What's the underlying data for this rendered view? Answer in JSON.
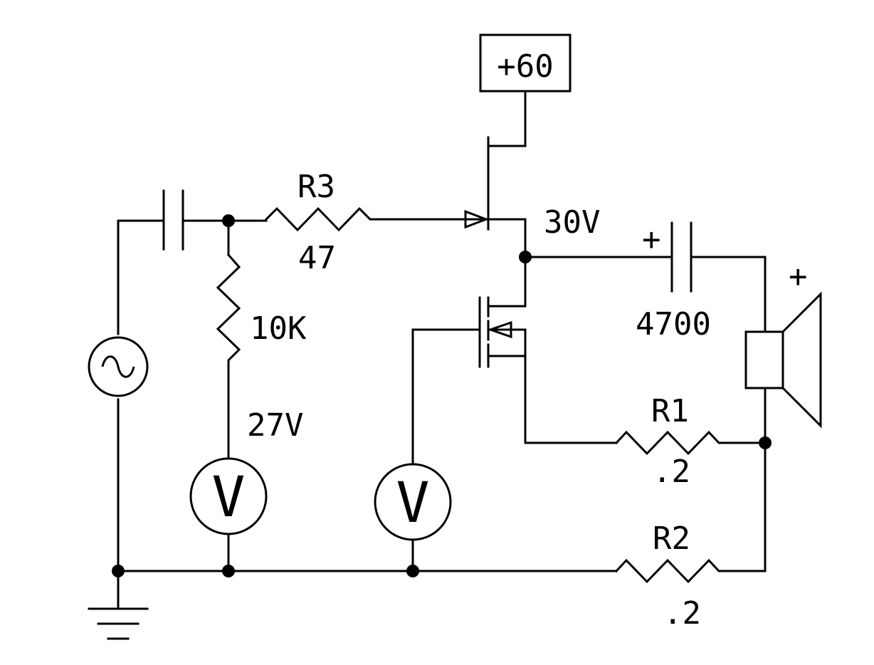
{
  "supply": {
    "label": "+60"
  },
  "r3": {
    "ref": "R3",
    "value": "47"
  },
  "r_bias": {
    "value": "10K"
  },
  "cap_out": {
    "plus": "+",
    "value": "4700"
  },
  "speaker": {
    "plus": "+"
  },
  "r1": {
    "ref": "R1",
    "value": ".2"
  },
  "r2": {
    "ref": "R2",
    "value": ".2"
  },
  "voltages": {
    "emitter": "30V",
    "bias": "27V"
  },
  "voltmeter_left": {
    "symbol": "V"
  },
  "voltmeter_right": {
    "symbol": "V"
  }
}
